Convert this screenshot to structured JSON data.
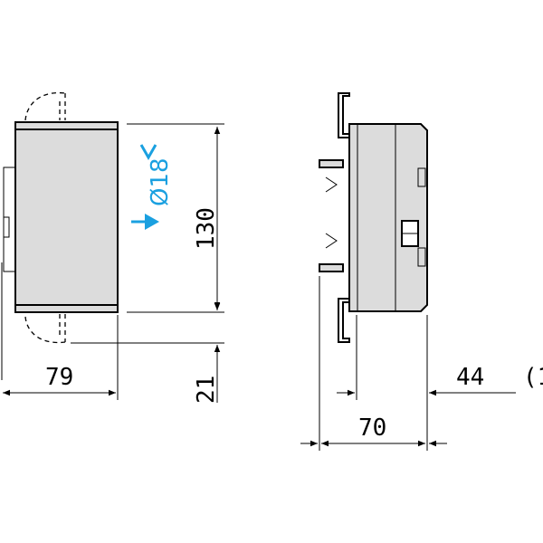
{
  "colors": {
    "body_fill": "#dcdcdc",
    "stroke": "#000000",
    "accent": "#1aa0e0"
  },
  "front_view": {
    "hole_diameter": "Ø18",
    "hole_icon": "arrow-down-icon",
    "height_dim": "130",
    "width_dim": "79",
    "offset_dim": "21"
  },
  "side_view": {
    "depth_dim": "44",
    "depth_extra": "(1",
    "total_dim": "70"
  }
}
